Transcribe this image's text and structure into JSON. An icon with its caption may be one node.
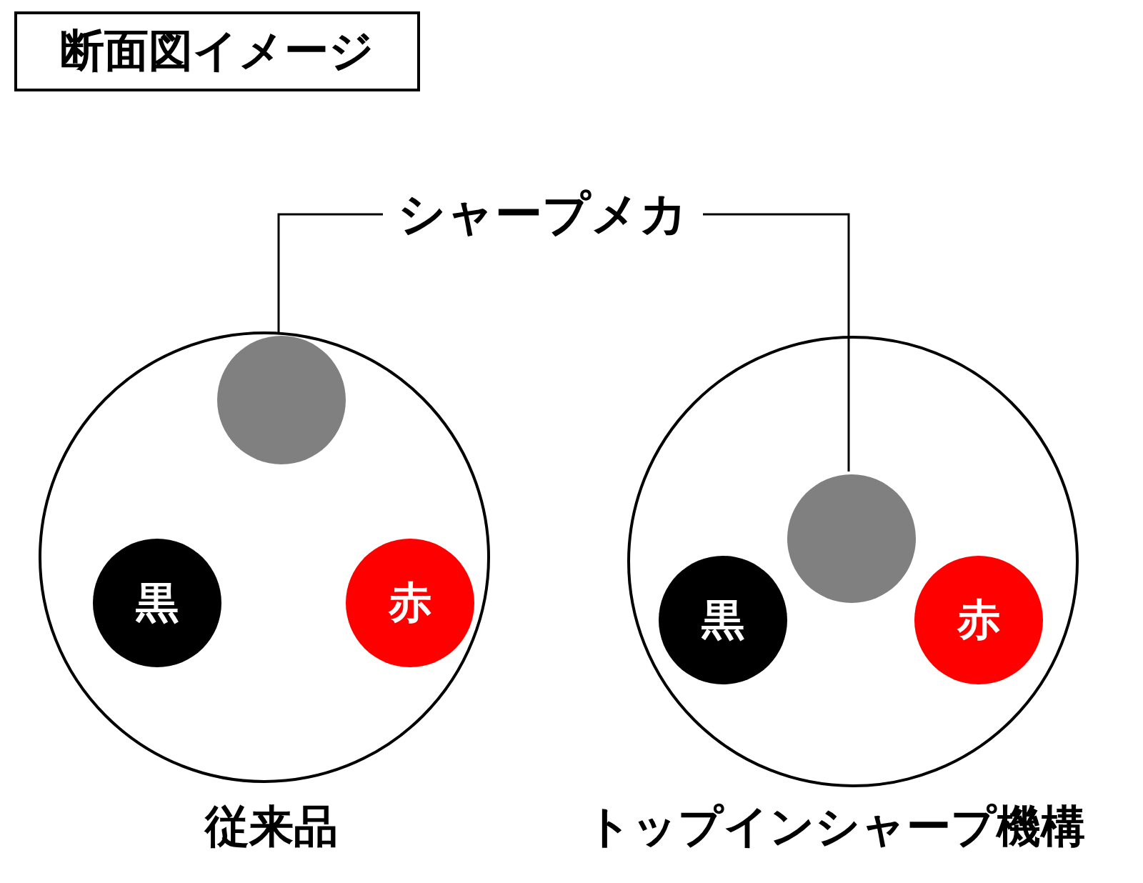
{
  "diagram": {
    "title": "断面図イメージ",
    "nodes": [
      {
        "text": [
          "シャープメカ"
        ]
      },
      {
        "text": [],
        "shape": "circle",
        "beside": [
          "従来品"
        ]
      },
      {
        "text": [],
        "shape": "circle",
        "in": 1
      },
      {
        "text": [
          "黒"
        ],
        "in": 1
      },
      {
        "text": [
          "赤"
        ],
        "in": 1
      },
      {
        "text": [],
        "shape": "circle",
        "beside": [
          "トップインシャープ機構"
        ]
      },
      {
        "text": [],
        "shape": "circle",
        "in": 5
      },
      {
        "text": [
          "黒"
        ],
        "in": 5
      },
      {
        "text": [
          "赤"
        ],
        "in": 5
      }
    ],
    "edges": [
      {
        "from": 0,
        "to": 2,
        "arrow": "none"
      },
      {
        "from": 0,
        "to": 6,
        "arrow": "none"
      }
    ]
  }
}
